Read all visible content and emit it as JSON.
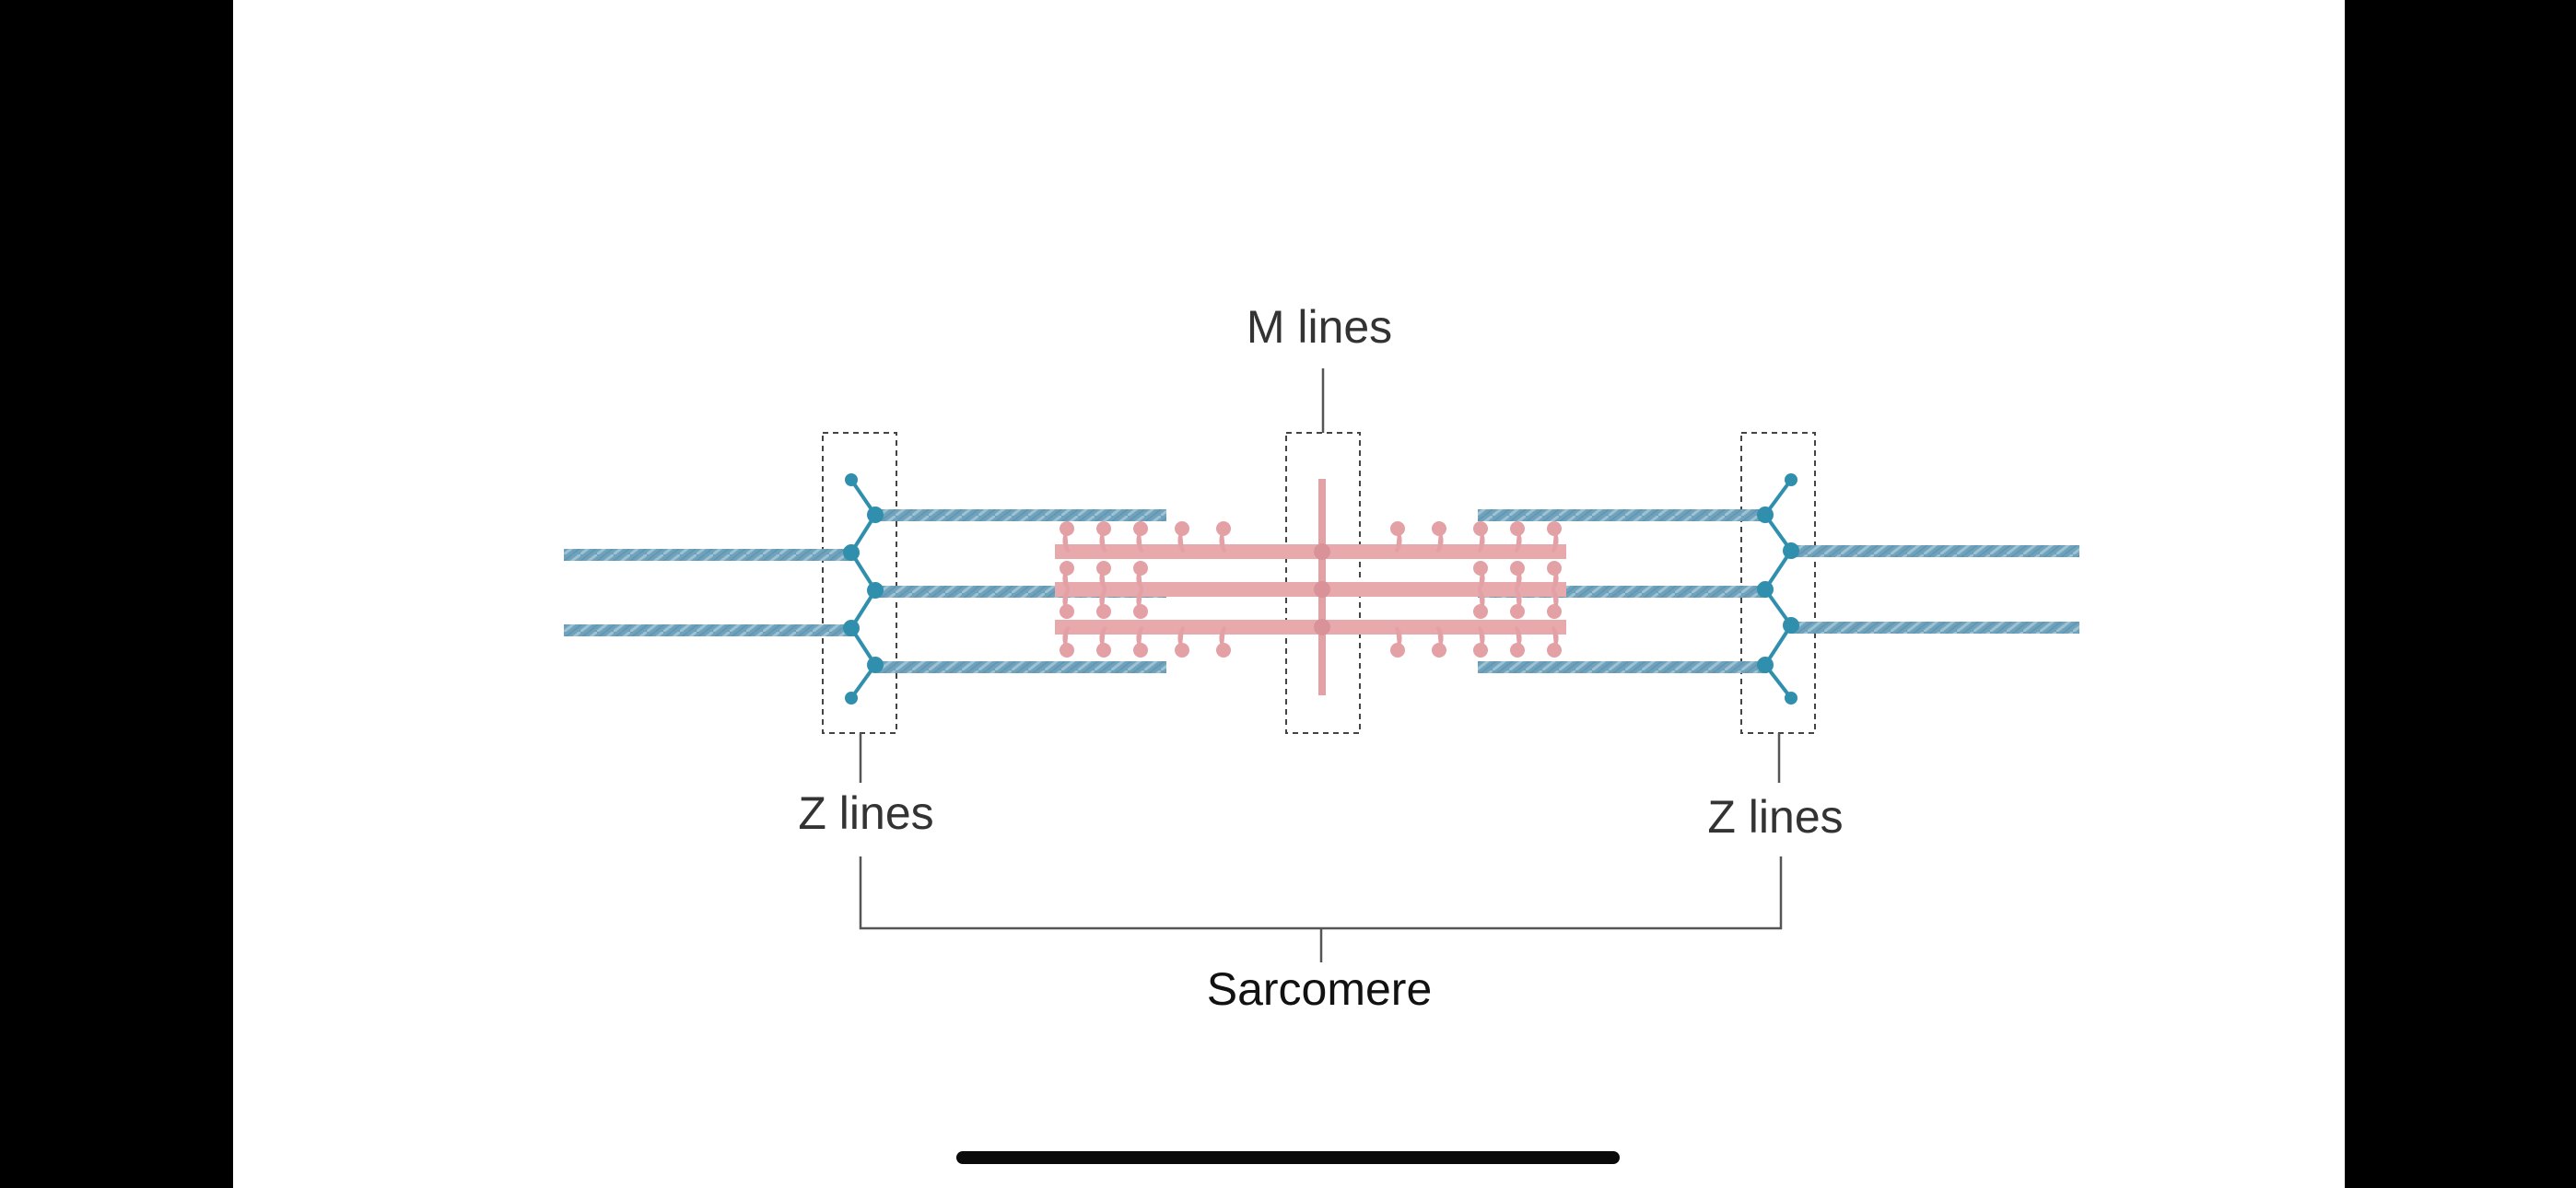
{
  "labels": {
    "m_lines": "M lines",
    "z_lines_left": "Z lines",
    "z_lines_right": "Z lines",
    "sarcomere": "Sarcomere"
  },
  "colors": {
    "actin": "#6fa3bd",
    "actin_dark": "#5b8fa8",
    "z_disc": "#2f8fad",
    "myosin": "#e8a9ad",
    "myosin_dark": "#d99398",
    "label_line": "#555555",
    "text": "#333333"
  },
  "icons": {
    "z_disc_left": "z-disc-zigzag",
    "z_disc_right": "z-disc-zigzag",
    "m_line": "m-line-vertical"
  }
}
